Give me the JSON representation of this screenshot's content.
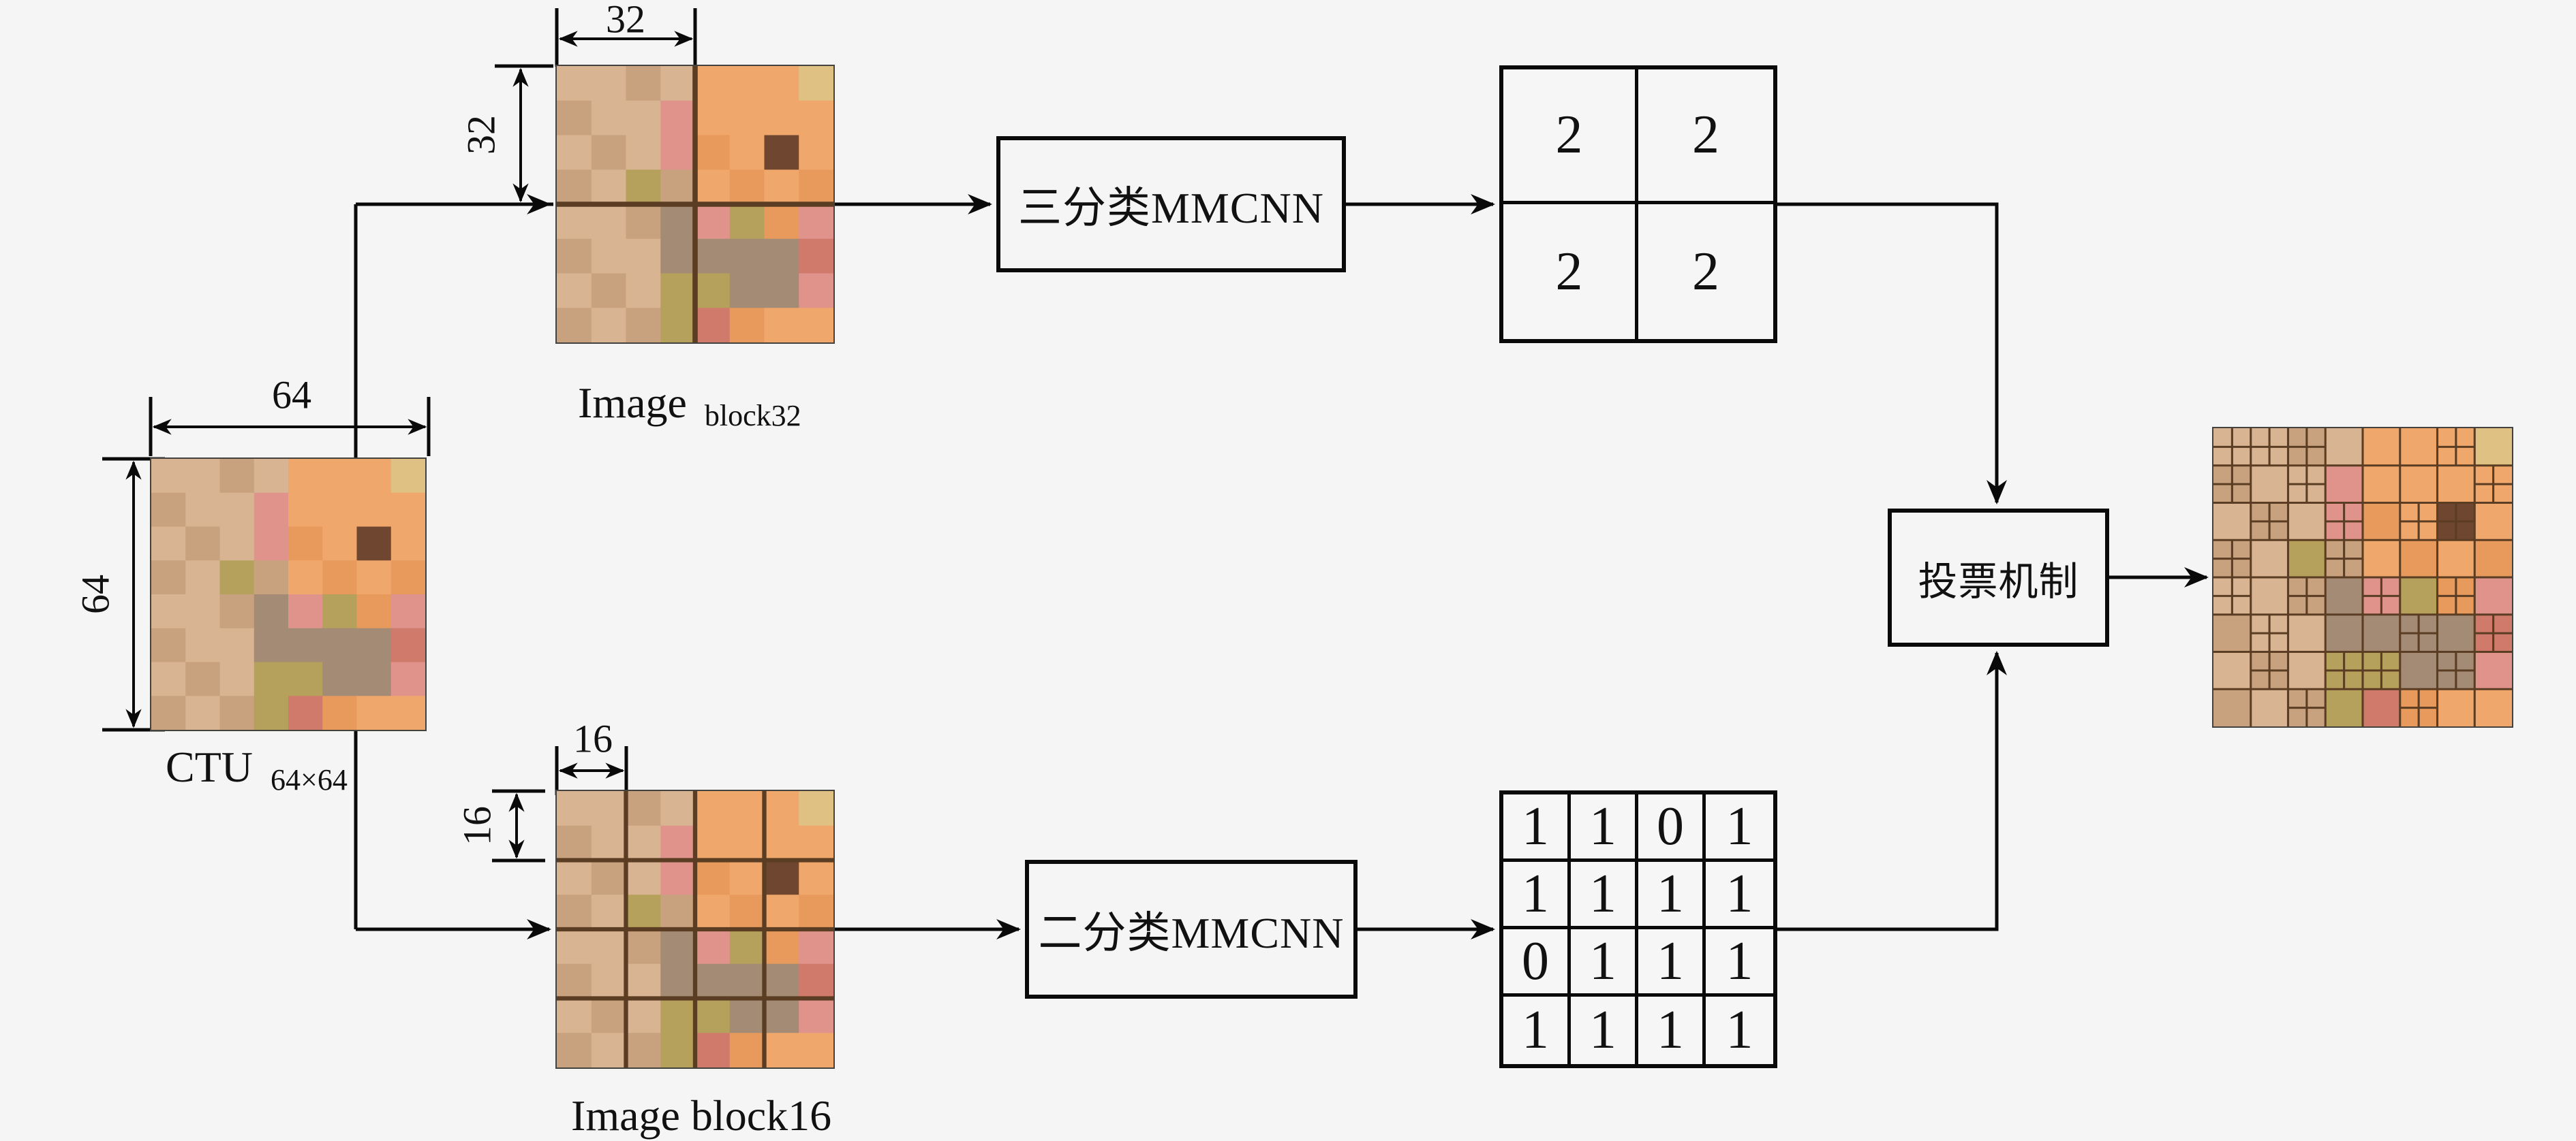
{
  "colors": {
    "background": "#f5f5f6",
    "line": "#0a0a0a",
    "grid_overlay": "#5a3d22",
    "matrix_cell": "#f6f6f7"
  },
  "ctu": {
    "label": "CTU",
    "sub": "64×64",
    "dim_top": "64",
    "dim_left": "64"
  },
  "block32": {
    "label": "Image",
    "sub": "block32",
    "dim_top": "32",
    "dim_left": "32"
  },
  "block16": {
    "label": "Image block16",
    "dim_top": "16",
    "dim_left": "16"
  },
  "boxes": {
    "three_class": "三分类MMCNN",
    "binary_class": "二分类MMCNN",
    "voting": "投票机制"
  },
  "matrix_2x2": {
    "rows": [
      [
        "2",
        "2"
      ],
      [
        "2",
        "2"
      ]
    ]
  },
  "matrix_4x4": {
    "rows": [
      [
        "1",
        "1",
        "0",
        "1"
      ],
      [
        "1",
        "1",
        "1",
        "1"
      ],
      [
        "0",
        "1",
        "1",
        "1"
      ],
      [
        "1",
        "1",
        "1",
        "1"
      ]
    ]
  },
  "mosaic": {
    "palette": {
      "a": "#d8b492",
      "b": "#c8a17e",
      "c": "#b99073",
      "d": "#f0a76b",
      "e": "#e79a5c",
      "f": "#e0938b",
      "g": "#b5a15b",
      "h": "#6f4630",
      "i": "#a48b75",
      "j": "#dfc183",
      "k": "#d07a6b"
    },
    "rows": [
      "aabadddj",
      "baafdddd",
      "abafedhd",
      "bagbdede",
      "aabifgef",
      "baaiiiik",
      "abaggiif",
      "babgkedd"
    ]
  },
  "overlays": {
    "split_2x2": [
      [
        0,
        0,
        64
      ]
    ],
    "split_4x4": [
      [
        0,
        0,
        64
      ],
      [
        0,
        0,
        32
      ],
      [
        32,
        0,
        32
      ],
      [
        0,
        32,
        32
      ],
      [
        32,
        32,
        32
      ]
    ],
    "partition_result": [
      [
        0,
        0,
        64
      ],
      [
        0,
        0,
        32
      ],
      [
        32,
        0,
        32
      ],
      [
        0,
        32,
        32
      ],
      [
        32,
        32,
        32
      ],
      [
        0,
        0,
        16
      ],
      [
        16,
        0,
        16
      ],
      [
        0,
        16,
        16
      ],
      [
        16,
        16,
        16
      ],
      [
        0,
        0,
        8
      ],
      [
        8,
        0,
        8
      ],
      [
        16,
        0,
        8
      ],
      [
        0,
        8,
        8
      ],
      [
        16,
        8,
        8
      ],
      [
        8,
        16,
        8
      ],
      [
        0,
        24,
        8
      ],
      [
        24,
        16,
        8
      ],
      [
        24,
        24,
        8
      ],
      [
        32,
        0,
        16
      ],
      [
        48,
        0,
        16
      ],
      [
        48,
        0,
        8
      ],
      [
        56,
        8,
        8
      ],
      [
        32,
        16,
        16
      ],
      [
        48,
        16,
        16
      ],
      [
        48,
        16,
        8
      ],
      [
        40,
        16,
        8
      ],
      [
        0,
        32,
        16
      ],
      [
        16,
        32,
        16
      ],
      [
        0,
        48,
        16
      ],
      [
        16,
        48,
        16
      ],
      [
        0,
        32,
        8
      ],
      [
        8,
        40,
        8
      ],
      [
        16,
        32,
        8
      ],
      [
        8,
        48,
        8
      ],
      [
        16,
        56,
        8
      ],
      [
        24,
        48,
        8
      ],
      [
        32,
        32,
        16
      ],
      [
        48,
        32,
        16
      ],
      [
        32,
        48,
        16
      ],
      [
        48,
        48,
        16
      ],
      [
        32,
        32,
        8
      ],
      [
        40,
        40,
        8
      ],
      [
        48,
        32,
        8
      ],
      [
        56,
        40,
        8
      ],
      [
        32,
        48,
        8
      ],
      [
        48,
        48,
        8
      ],
      [
        40,
        56,
        8
      ]
    ]
  }
}
